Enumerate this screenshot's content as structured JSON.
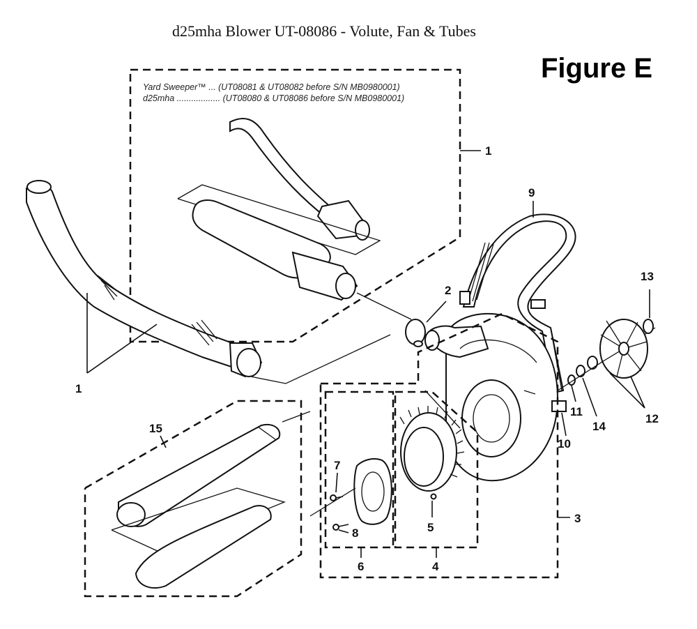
{
  "title": "d25mha Blower UT-08086 - Volute, Fan & Tubes",
  "figure_label": "Figure E",
  "notes": [
    "Yard Sweeper™ ... (UT08081 & UT08082 before S/N MB0980001)",
    "d25mha .................. (UT08080 & UT08086 before S/N MB0980001)"
  ],
  "callouts": {
    "c1_box": "1",
    "c1_tube": "1",
    "c2": "2",
    "c3": "3",
    "c4": "4",
    "c5": "5",
    "c6": "6",
    "c7": "7",
    "c8": "8",
    "c9": "9",
    "c10": "10",
    "c11": "11",
    "c12": "12",
    "c13": "13",
    "c14": "14",
    "c15": "15"
  }
}
